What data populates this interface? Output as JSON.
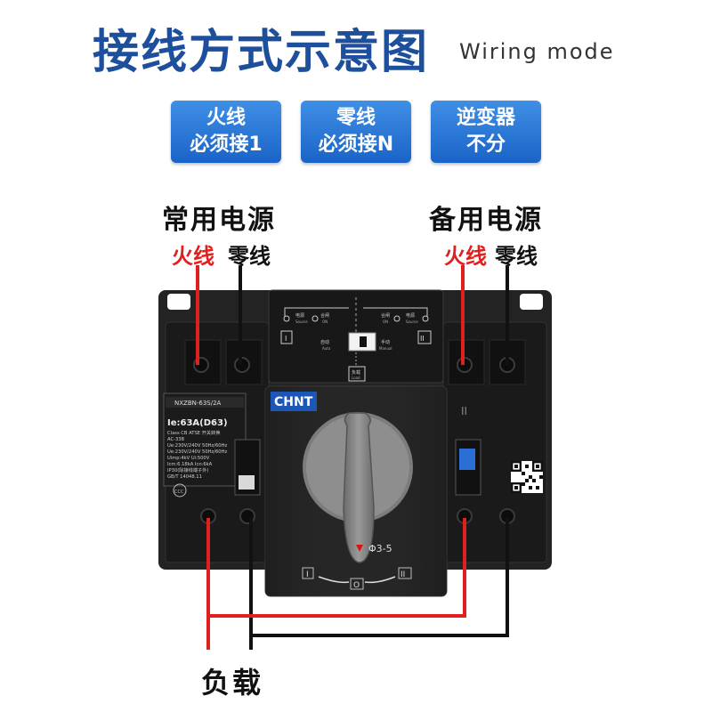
{
  "header": {
    "title": "接线方式示意图",
    "subtitle": "Wiring mode"
  },
  "badges": [
    {
      "line1": "火线",
      "line2": "必须接1"
    },
    {
      "line1": "零线",
      "line2": "必须接N"
    },
    {
      "line1": "逆变器",
      "line2": "不分"
    }
  ],
  "sources": {
    "main": {
      "title": "常用电源",
      "live": "火线",
      "neutral": "零线"
    },
    "backup": {
      "title": "备用电源",
      "live": "火线",
      "neutral": "零线"
    }
  },
  "load": {
    "label": "负载"
  },
  "device": {
    "brand": "CHNT",
    "model": "NXZBN-63S/2A",
    "rating": "Ie:63A(D63)",
    "spec_lines": [
      "Class CB        ATSE 开关转换",
      "AC-33B",
      "Ue:230V/240V  50Hz/60Hz",
      "Ue:230V/240V  50Hz/60Hz",
      "Uimp:4kV          Ui:500V",
      "Icm:6.18kA       Icn:6kA",
      "IP30(除接线端子外)",
      "GB/T 14048.11"
    ],
    "panel": {
      "left_source": "电源",
      "left_source_en": "Source",
      "left_on": "合闸",
      "left_on_en": "ON",
      "right_on": "合闸",
      "right_on_en": "ON",
      "right_source": "电源",
      "right_source_en": "Source",
      "auto": "自动",
      "auto_en": "Auto",
      "manual": "手动",
      "manual_en": "Manual",
      "load": "负载",
      "load_en": "Load",
      "slot_i": "I",
      "slot_ii": "II"
    },
    "lock_label": "Φ3-5",
    "dial": {
      "left": "I",
      "center": "O",
      "right": "II"
    },
    "cert_mark": "CCC"
  },
  "colors": {
    "title": "#1d4f9c",
    "badge": "#1a63c7",
    "live_wire": "#e0201e",
    "neutral_wire": "#111111",
    "device_body": "#1c1c1c"
  }
}
